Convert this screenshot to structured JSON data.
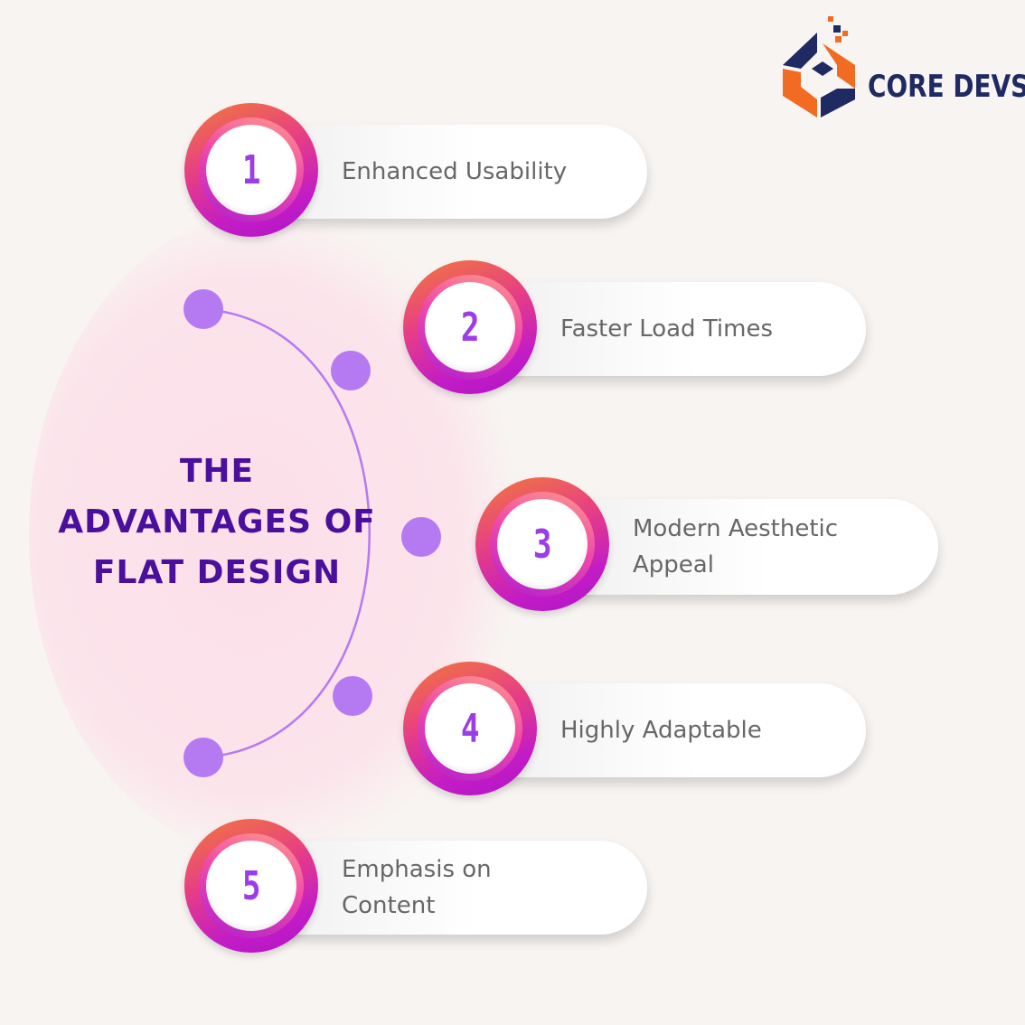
{
  "brand": {
    "name": "CORE DEVS"
  },
  "title": {
    "line1": "THE",
    "line2": "ADVANTAGES OF",
    "line3": "FLAT DESIGN"
  },
  "colors": {
    "title": "#4a0f9c",
    "dot": "#b57af2",
    "logo_orange": "#f26b22",
    "logo_navy": "#1f2a63",
    "badge_orange": "#f27a3a",
    "badge_magenta": "#c21cc6",
    "number": "#9b3de8"
  },
  "icons": [
    "logo-mark-icon"
  ],
  "items": [
    {
      "number": "1",
      "lines": [
        "Enhanced Usability"
      ]
    },
    {
      "number": "2",
      "lines": [
        "Faster Load Times"
      ]
    },
    {
      "number": "3",
      "lines": [
        "Modern Aesthetic",
        "Appeal"
      ]
    },
    {
      "number": "4",
      "lines": [
        "Highly Adaptable"
      ]
    },
    {
      "number": "5",
      "lines": [
        "Emphasis on",
        "Content"
      ]
    }
  ]
}
